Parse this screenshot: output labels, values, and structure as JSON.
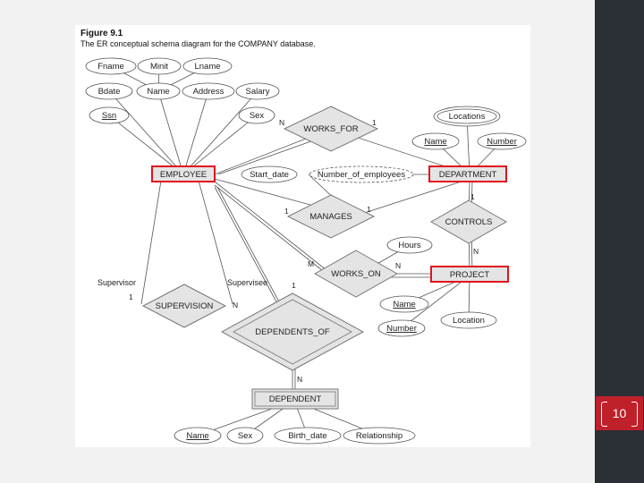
{
  "slide": {
    "page_number": "10"
  },
  "figure": {
    "title": "Figure 9.1",
    "caption": "The ER conceptual schema diagram for the COMPANY database."
  },
  "entities": [
    {
      "id": "employee",
      "label": "EMPLOYEE",
      "highlighted": true
    },
    {
      "id": "department",
      "label": "DEPARTMENT",
      "highlighted": true
    },
    {
      "id": "project",
      "label": "PROJECT",
      "highlighted": true
    },
    {
      "id": "dependent",
      "label": "DEPENDENT",
      "weak": true
    }
  ],
  "relationships": [
    {
      "id": "works_for",
      "label": "WORKS_FOR"
    },
    {
      "id": "manages",
      "label": "MANAGES"
    },
    {
      "id": "controls",
      "label": "CONTROLS"
    },
    {
      "id": "works_on",
      "label": "WORKS_ON"
    },
    {
      "id": "supervision",
      "label": "SUPERVISION"
    },
    {
      "id": "dependents_of",
      "label": "DEPENDENTS_OF",
      "identifying": true
    }
  ],
  "attributes": [
    {
      "id": "fname",
      "label": "Fname"
    },
    {
      "id": "minit",
      "label": "Minit"
    },
    {
      "id": "lname",
      "label": "Lname"
    },
    {
      "id": "bdate",
      "label": "Bdate"
    },
    {
      "id": "name_emp",
      "label": "Name"
    },
    {
      "id": "address",
      "label": "Address"
    },
    {
      "id": "salary",
      "label": "Salary"
    },
    {
      "id": "ssn",
      "label": "Ssn"
    },
    {
      "id": "sex_emp",
      "label": "Sex"
    },
    {
      "id": "start_date",
      "label": "Start_date"
    },
    {
      "id": "number_of_employees",
      "label": "Number_of_employees"
    },
    {
      "id": "locations",
      "label": "Locations"
    },
    {
      "id": "name_dept",
      "label": "Name"
    },
    {
      "id": "number_dept",
      "label": "Number"
    },
    {
      "id": "hours",
      "label": "Hours"
    },
    {
      "id": "name_proj",
      "label": "Name"
    },
    {
      "id": "number_proj",
      "label": "Number"
    },
    {
      "id": "location",
      "label": "Location"
    },
    {
      "id": "name_dep",
      "label": "Name"
    },
    {
      "id": "sex_dep",
      "label": "Sex"
    },
    {
      "id": "birth_date",
      "label": "Birth_date"
    },
    {
      "id": "relationship",
      "label": "Relationship"
    }
  ],
  "cardinalities": {
    "works_for_emp": "N",
    "works_for_dept": "1",
    "manages_emp": "1",
    "manages_dept": "1",
    "controls_dept": "1",
    "controls_proj": "N",
    "works_on_emp": "M",
    "works_on_proj": "N",
    "supervisor": "1",
    "supervisee": "N",
    "dependents_of_emp": "1",
    "dependents_of_dep": "N"
  },
  "roles": {
    "supervisor": "Supervisor",
    "supervisee": "Supervisee"
  },
  "colors": {
    "highlight": "#e0141e",
    "shape_fill": "#e4e4e4",
    "badge": "#c0202a",
    "right_bar": "#2b2f36"
  }
}
